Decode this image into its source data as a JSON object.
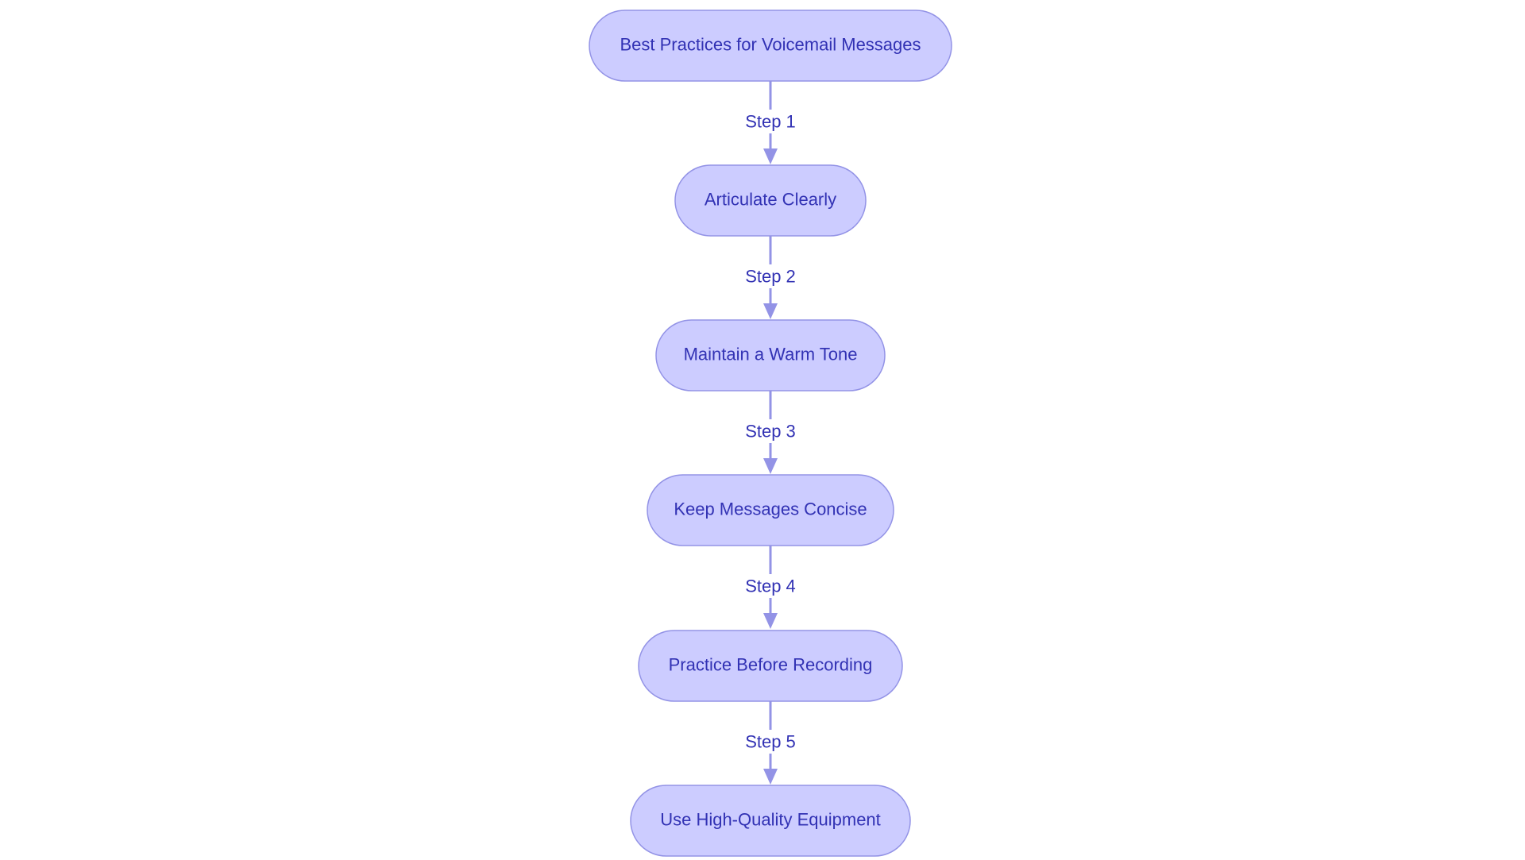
{
  "diagram": {
    "type": "flowchart",
    "direction": "top-to-bottom",
    "colors": {
      "node_fill": "#ccccff",
      "node_stroke": "#9393e6",
      "text": "#3232b4",
      "edge": "#9393e6"
    },
    "nodes": [
      {
        "id": "root",
        "label": "Best Practices for Voicemail Messages"
      },
      {
        "id": "n1",
        "label": "Articulate Clearly"
      },
      {
        "id": "n2",
        "label": "Maintain a Warm Tone"
      },
      {
        "id": "n3",
        "label": "Keep Messages Concise"
      },
      {
        "id": "n4",
        "label": "Practice Before Recording"
      },
      {
        "id": "n5",
        "label": "Use High-Quality Equipment"
      }
    ],
    "edges": [
      {
        "from": "root",
        "to": "n1",
        "label": "Step 1"
      },
      {
        "from": "n1",
        "to": "n2",
        "label": "Step 2"
      },
      {
        "from": "n2",
        "to": "n3",
        "label": "Step 3"
      },
      {
        "from": "n3",
        "to": "n4",
        "label": "Step 4"
      },
      {
        "from": "n4",
        "to": "n5",
        "label": "Step 5"
      }
    ]
  }
}
